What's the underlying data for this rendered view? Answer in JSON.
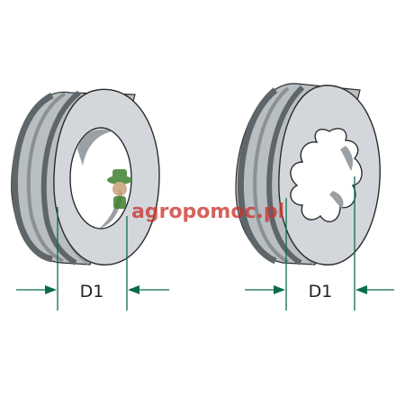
{
  "colors": {
    "background": "#ffffff",
    "part_face": "#d3d7db",
    "part_dark": "#7d8488",
    "part_mid": "#aab0b4",
    "outline": "#2b2b2b",
    "dimension": "#0c6b4f",
    "watermark_red": "#c8322c",
    "watermark_green": "#3f7f2f"
  },
  "left_part": {
    "bore_shape": "round",
    "dimension_label": "D1"
  },
  "right_part": {
    "bore_shape": "multi-lobe",
    "dimension_label": "D1"
  },
  "watermark": {
    "text": "agropomoc.pl",
    "icon": "farmer-mascot-icon"
  }
}
